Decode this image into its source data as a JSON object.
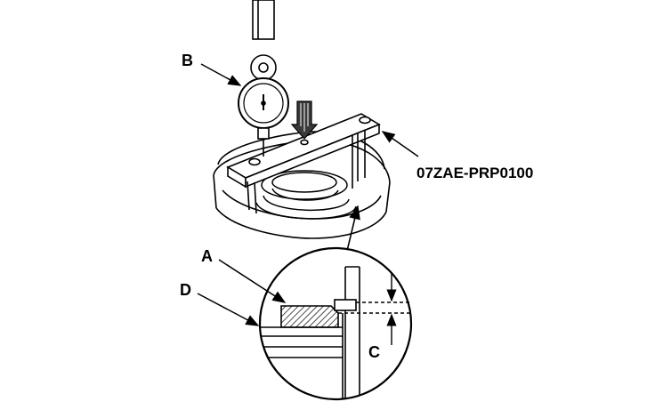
{
  "labels": {
    "a": "A",
    "b": "B",
    "c": "C",
    "d": "D",
    "tool_part_number": "07ZAE-PRP0100"
  },
  "icons": {
    "dial_gauge": "dial-indicator-icon",
    "press_arrow": "downward-arrow-icon"
  },
  "colors": {
    "line": "#000000",
    "fill_light": "#ffffff",
    "fill_dark": "#000000"
  }
}
